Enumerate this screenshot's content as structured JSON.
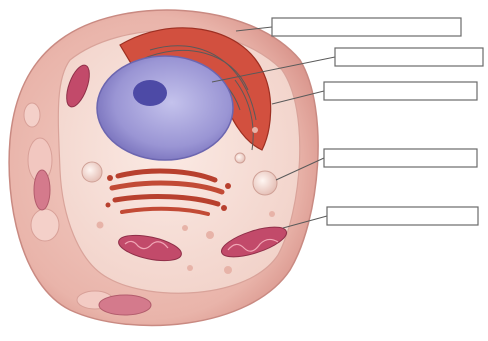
{
  "diagram": {
    "labels": [
      {
        "id": "label-1",
        "text": "",
        "target": "rough-er"
      },
      {
        "id": "label-2",
        "text": "",
        "target": "nucleus"
      },
      {
        "id": "label-3",
        "text": "",
        "target": "cytoplasm"
      },
      {
        "id": "label-4",
        "text": "",
        "target": "vacuole"
      },
      {
        "id": "label-5",
        "text": "",
        "target": "mitochondrion"
      }
    ]
  },
  "colors": {
    "membrane": "#e8a9a3",
    "cytoplasm": "#f6dcd4",
    "nucleus": "#8c86c8",
    "nucleolus": "#4d4aa6",
    "er": "#c9443a",
    "mitochondria": "#c24a6a",
    "golgi": "#b8402e"
  }
}
